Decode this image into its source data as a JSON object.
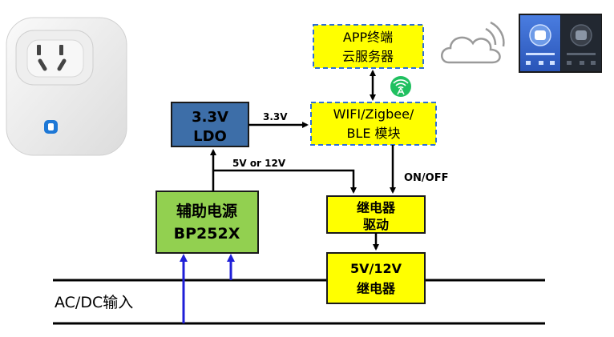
{
  "blocks": {
    "app": {
      "line1": "APP终端",
      "line2": "云服务器"
    },
    "wifi": {
      "line1": "WIFI/Zigbee/",
      "line2": "BLE 模块"
    },
    "ldo": {
      "line1": "3.3V",
      "line2": "LDO"
    },
    "aux": {
      "line1": "辅助电源",
      "line2": "BP252X"
    },
    "relay_driver": {
      "line1": "继电器",
      "line2": "驱动"
    },
    "relay": {
      "line1": "5V/12V",
      "line2": "继电器"
    }
  },
  "labels": {
    "ldo_out": "3.3V",
    "aux_out": "5V or 12V",
    "on_off": "ON/OFF",
    "input": "AC/DC输入"
  },
  "colors": {
    "yellow": "#ffff00",
    "blue_box": "#3d6ea8",
    "green_box": "#92d050",
    "blue_arrow": "#1f1fd8",
    "wifi_badge": "#20c060"
  },
  "icons": {
    "plug": "smart-plug-image",
    "cloud": "cloud-icon",
    "wifi": "wireless-signal-icon",
    "phone": "phone-app-screenshot"
  }
}
